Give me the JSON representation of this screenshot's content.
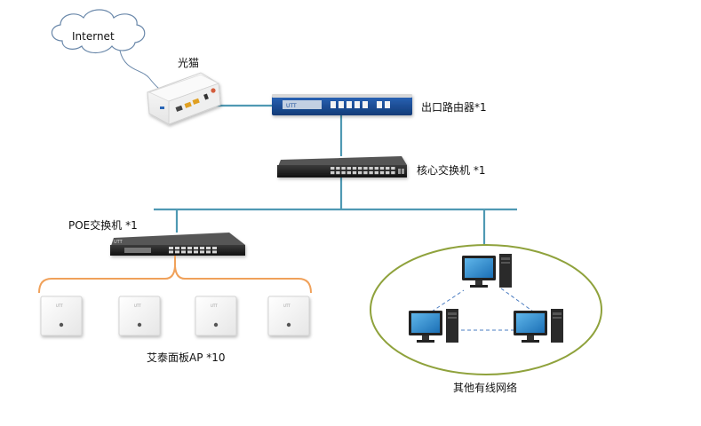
{
  "nodes": {
    "internet": {
      "label": "Internet"
    },
    "modem": {
      "label": "光猫"
    },
    "router": {
      "label": "出口路由器*1"
    },
    "core_switch": {
      "label": "核心交换机 *1"
    },
    "poe_switch": {
      "label": "POE交换机 *1"
    },
    "panel_ap": {
      "label": "艾泰面板AP *10",
      "count_shown": 4,
      "brand": "UTT"
    },
    "other_network": {
      "label": "其他有线网络",
      "pcs_shown": 3
    }
  },
  "colors": {
    "link": "#4f99b3",
    "bracket": "#f0a15a",
    "ellipse": "#8fa23c",
    "router_blue": "#1c4f9a",
    "dashed": "#4a7cc0"
  }
}
